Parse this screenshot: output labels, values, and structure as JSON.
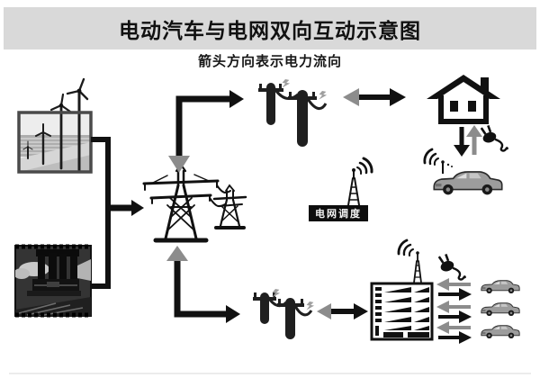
{
  "title": "电动汽车与电网双向互动示意图",
  "subtitle": "箭头方向表示电力流向",
  "grid_dispatch_label": "电网调度",
  "colors": {
    "banner_bg": "#d9d9d9",
    "ink": "#111111",
    "gray_flow": "#8c8c8c",
    "car_body": "#9c9c9c",
    "label_bg": "#0d0d0d",
    "label_text": "#f2f2f2"
  },
  "icons": [
    "wind-farm-photo",
    "thermal-plant-photo",
    "transmission-tower-large",
    "transmission-tower-small",
    "utility-poles-top",
    "utility-poles-bottom",
    "lightning-bolts",
    "house",
    "plug-house",
    "plug-station",
    "ev-car-with-antenna",
    "grid-dispatch-antenna",
    "charging-station-building",
    "station-antenna",
    "ev-car-row"
  ],
  "flows": [
    {
      "from": "wind-farm",
      "to": "transmission-grid",
      "direction": "one-way",
      "color": "black"
    },
    {
      "from": "thermal-plant",
      "to": "transmission-grid",
      "direction": "one-way",
      "color": "black"
    },
    {
      "from": "transmission-grid",
      "to": "utility-poles-top",
      "direction": "two-way",
      "colors": [
        "black",
        "gray"
      ]
    },
    {
      "from": "utility-poles-top",
      "to": "house",
      "direction": "two-way",
      "colors": [
        "black",
        "gray"
      ]
    },
    {
      "from": "house",
      "to": "ev-car",
      "direction": "two-way",
      "colors": [
        "black",
        "gray"
      ]
    },
    {
      "from": "transmission-grid",
      "to": "utility-poles-bottom",
      "direction": "two-way",
      "colors": [
        "black",
        "gray"
      ]
    },
    {
      "from": "utility-poles-bottom",
      "to": "charging-station",
      "direction": "two-way",
      "colors": [
        "black",
        "gray"
      ]
    },
    {
      "from": "charging-station",
      "to": "ev-cars",
      "direction": "two-way",
      "colors": [
        "black",
        "gray"
      ],
      "count": 3
    }
  ]
}
